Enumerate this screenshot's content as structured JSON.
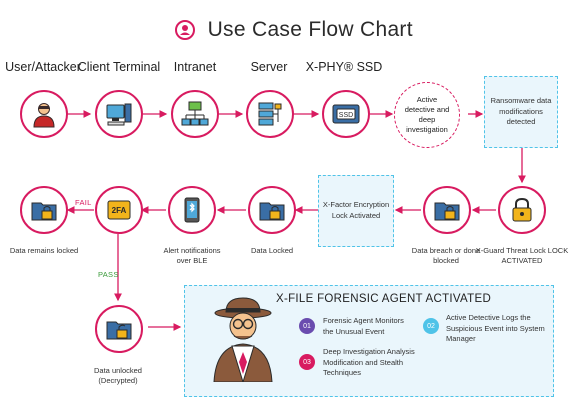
{
  "title": "Use Case Flow Chart",
  "columns": [
    "User/Attacker",
    "Client Terminal",
    "Intranet",
    "Server",
    "X-PHY® SSD"
  ],
  "active_detective": "Active detective and deep investigation",
  "ransomware": "Ransomware data modifications detected",
  "xguard": "X-Guard Threat Lock LOCK ACTIVATED",
  "breach": "Data breach or done blocked",
  "encryption": "X-Factor Encryption Lock Activated",
  "data_locked": "Data Locked",
  "alert": "Alert notifications over BLE",
  "remains_locked": "Data remains locked",
  "unlocked": "Data unlocked (Decrypted)",
  "fail": "FAIL",
  "pass": "PASS",
  "twofa": "2FA",
  "ssd": "SSD",
  "forensic": {
    "title": "X-FILE FORENSIC AGENT ACTIVATED",
    "items": [
      {
        "num": "01",
        "text": "Forensic Agent Monitors the Unusual Event"
      },
      {
        "num": "02",
        "text": "Active Detective Logs the Suspicious Event into System Manager"
      },
      {
        "num": "03",
        "text": "Deep Investigation Analysis Modification and Stealth Techniques"
      }
    ]
  },
  "colors": {
    "accent": "#d81b60",
    "cyan": "#4fc3e8",
    "purple": "#6a4caf",
    "blue_icon": "#3a6ea5",
    "gold": "#f2b41b"
  }
}
